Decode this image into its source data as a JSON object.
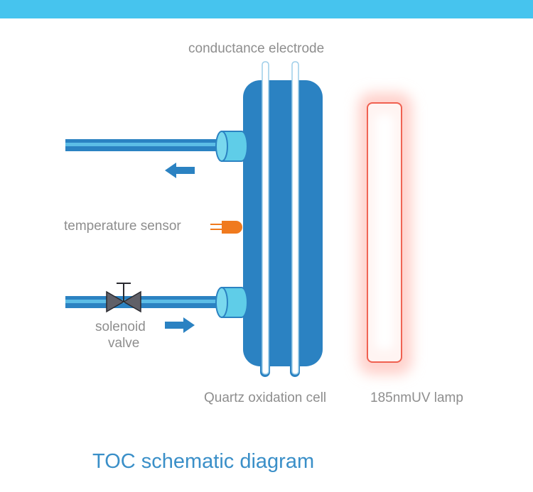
{
  "labels": {
    "conductance_electrode": "conductance electrode",
    "temperature_sensor": "temperature sensor",
    "solenoid_valve_line1": "solenoid",
    "solenoid_valve_line2": "valve",
    "quartz_cell": "Quartz oxidation cell",
    "uv_lamp": "185nmUV lamp"
  },
  "caption": "TOC schematic diagram",
  "colors": {
    "header_bar": "#46c4ee",
    "cell_body": "#2b82c2",
    "pipe": "#2b82c2",
    "pipe_highlight": "#5cbde6",
    "fitting": "#5fcde8",
    "arrow": "#2b82c2",
    "sensor": "#f07a1e",
    "lamp_outline": "#f06050",
    "lamp_glow": "#ffb4ac",
    "valve": "#606068",
    "label_text": "#8e8e8e",
    "caption_text": "#3a8fc8"
  },
  "icons": {
    "outflow_arrow": "arrow-left-icon",
    "inflow_arrow": "arrow-right-icon",
    "valve": "solenoid-valve-icon",
    "sensor": "temperature-sensor-icon"
  }
}
